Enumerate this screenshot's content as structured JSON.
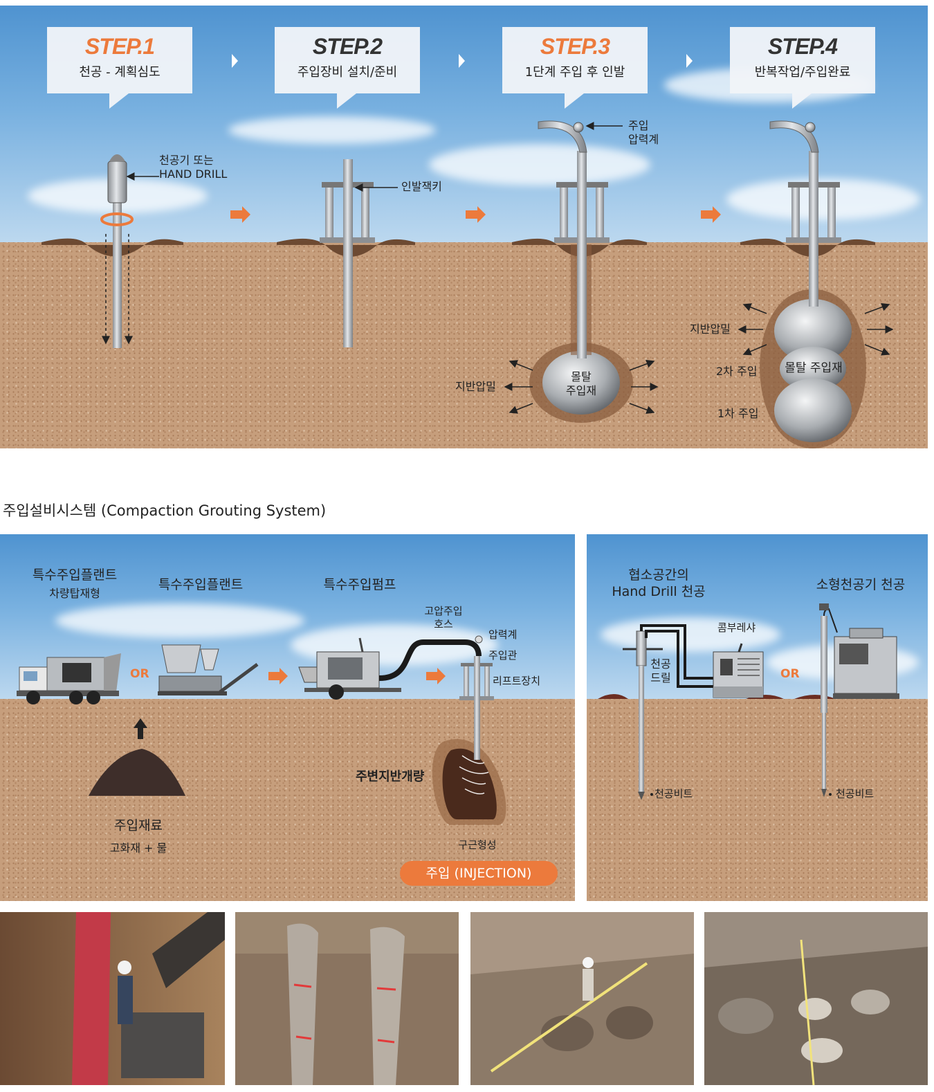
{
  "colors": {
    "accent": "#ec7a3c",
    "step_title_dark": "#333333",
    "sky_top": "#4f93d0",
    "soil": "#c69e7c"
  },
  "steps": [
    {
      "title": "STEP.1",
      "desc": "천공 - 계획심도",
      "title_color": "#ec7a3c"
    },
    {
      "title": "STEP.2",
      "desc": "주입장비 설치/준비",
      "title_color": "#333333"
    },
    {
      "title": "STEP.3",
      "desc": "1단계 주입 후 인발",
      "title_color": "#ec7a3c"
    },
    {
      "title": "STEP.4",
      "desc": "반복작업/주입완료",
      "title_color": "#333333"
    }
  ],
  "process": {
    "step1_drill_label": "천공기 또는\nHAND DRILL",
    "step2_jack_label": "인발잭키",
    "step3_gauge_label": "주입\n압력계",
    "step3_ground_label": "지반압밀",
    "step3_mortar_label": "몰탈\n주입재",
    "step4_ground_label": "지반압밀",
    "step4_second_label": "2차 주입",
    "step4_first_label": "1차 주입",
    "step4_mortar_label": "몰탈 주입재"
  },
  "system": {
    "title": "주입설비시스템 (Compaction Grouting System)",
    "left": {
      "truck_label": "특수주입플랜트",
      "truck_sublabel": "차량탑재형",
      "plant_label": "특수주입플랜트",
      "pump_label": "특수주입펌프",
      "or_label": "OR",
      "hose_label": "고압주입\n호스",
      "gauge_label": "압력계",
      "pipe_label": "주입관",
      "lift_label": "리프트장치",
      "material_label": "주입재료",
      "material_sublabel": "고화재 + 물",
      "improve_label": "주변지반개량",
      "column_label": "구근형성",
      "injection_label": "주입 (INJECTION)"
    },
    "right": {
      "hand_drill_label": "협소공간의\nHand Drill 천공",
      "small_rig_label": "소형천공기 천공",
      "drill_label": "천공\n드릴",
      "compressor_label": "콤부레샤",
      "or_label": "OR",
      "bit_label_left": "천공비트",
      "bit_label_right": "천공비트"
    }
  }
}
